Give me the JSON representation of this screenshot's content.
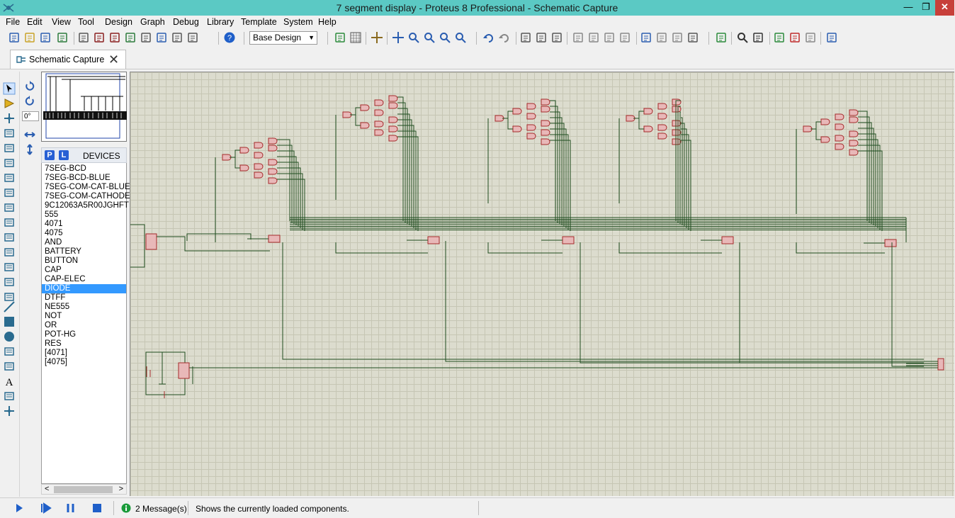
{
  "window": {
    "title": "7 segment display - Proteus 8 Professional - Schematic Capture",
    "min_glyph": "—",
    "max_glyph": "❐",
    "close_glyph": "✕"
  },
  "menu": [
    "File",
    "Edit",
    "View",
    "Tool",
    "Design",
    "Graph",
    "Debug",
    "Library",
    "Template",
    "System",
    "Help"
  ],
  "toolbar": {
    "design_variant": "Base Design",
    "icons": [
      "new-file-icon",
      "open-folder-icon",
      "save-icon",
      "import-icon",
      "home-icon",
      "component-icon",
      "chip-icon",
      "back-icon",
      "gear-icon",
      "bom-icon",
      "netlist-icon",
      "report-icon",
      "help-icon",
      "refresh-icon",
      "grid-icon",
      "origin-icon",
      "pan-icon",
      "zoom-in-icon",
      "zoom-out-icon",
      "zoom-all-icon",
      "zoom-area-icon",
      "undo-icon",
      "redo-icon",
      "cut-icon",
      "copy-icon",
      "paste-icon",
      "block-copy-icon",
      "block-move-icon",
      "block-rotate-icon",
      "block-delete-icon",
      "pick-device-icon",
      "make-device-icon",
      "packaging-icon",
      "decompose-icon",
      "wire-autorouter-icon",
      "search-icon",
      "property-tool-icon",
      "new-sheet-icon",
      "remove-sheet-icon",
      "goto-sheet-icon",
      "design-explorer-icon"
    ]
  },
  "tabs": [
    {
      "label": "Schematic Capture",
      "close": "✕"
    }
  ],
  "overview": {
    "angle": "0°"
  },
  "devices": {
    "pick_button": "P",
    "library_button": "L",
    "header": "DEVICES",
    "items": [
      "7SEG-BCD",
      "7SEG-BCD-BLUE",
      "7SEG-COM-CAT-BLUE",
      "7SEG-COM-CATHODE",
      "9C12063A5R00JGHFT",
      "555",
      "4071",
      "4075",
      "AND",
      "BATTERY",
      "BUTTON",
      "CAP",
      "CAP-ELEC",
      "DIODE",
      "DTFF",
      "NE555",
      "NOT",
      "OR",
      "POT-HG",
      "RES",
      "[4071]",
      "[4075]"
    ],
    "selected": "DIODE"
  },
  "status": {
    "messages": "2 Message(s)",
    "text": "Shows the currently loaded components."
  },
  "colors": {
    "titlebar": "#5bc9c4",
    "canvas_bg": "#dcdcce",
    "grid": "#c6c6b4",
    "wire": "#1f4d1f",
    "component": "#a52a2a",
    "selection": "#3399ff"
  }
}
